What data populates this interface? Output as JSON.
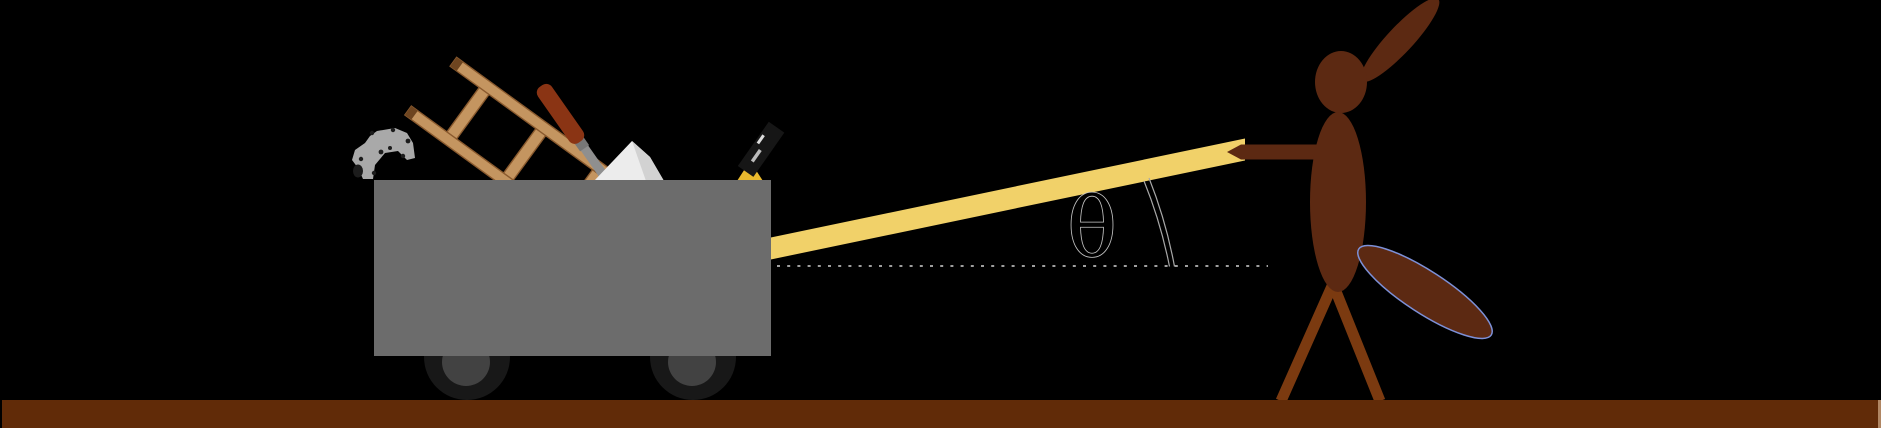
{
  "diagram": {
    "angle_label": "θ",
    "items": {
      "scene": "person-pulling-cart-with-rope-at-angle",
      "cart_contents": [
        "hammer",
        "ladder",
        "screwdriver",
        "trowel",
        "flashlight"
      ],
      "annotations": [
        "dashed-horizontal-reference-line",
        "angle-arc",
        "theta-label"
      ]
    },
    "colors": {
      "background": "#000000",
      "ground": "#612B08",
      "ground_right_edge": "#B08663",
      "cart_body": "#6C6C6C",
      "wheel": "#181818",
      "wheel_hub": "#424242",
      "rope": "#F1D169",
      "person": "#5C2912",
      "person_legs": "#7B3A10",
      "rear_leg_outline": "#7C90D8",
      "ladder": "#C49560",
      "ladder_edge": "#8A5A2E",
      "ladder_cap": "#6E4520",
      "hammer": "#A9A9A9",
      "hammer_speckle": "#1C1C1C",
      "screwdriver_handle": "#8A3414",
      "metal": "#8F8F8F",
      "trowel": "#ECECEC",
      "trowel_shade": "#D2D2D2",
      "flashlight_yellow": "#E9B92E",
      "flashlight_black": "#161616",
      "annotation": "#9E9E9E",
      "theta_fill": "#000000",
      "theta_outline": "#C6C6C6"
    }
  }
}
